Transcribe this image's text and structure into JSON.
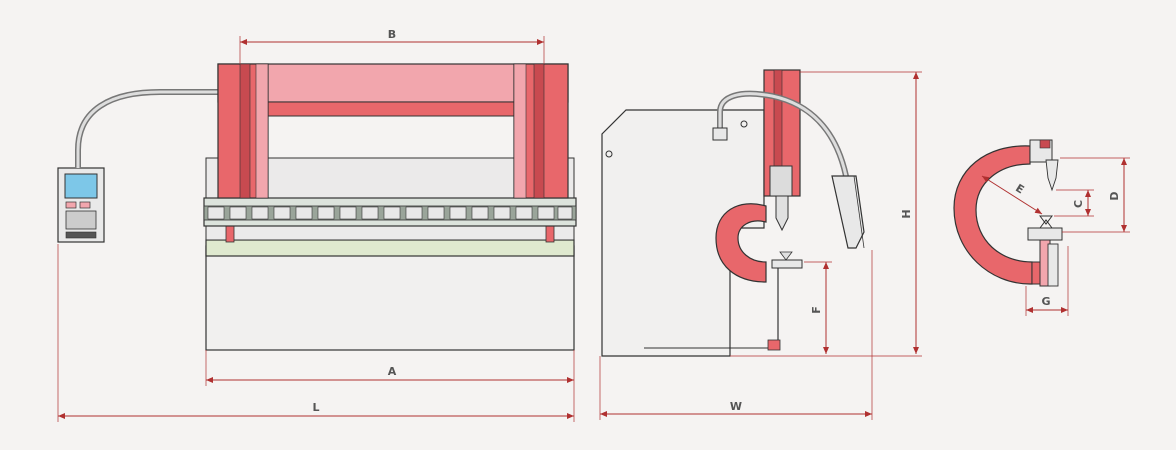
{
  "labels": {
    "A": "A",
    "B": "B",
    "L": "L",
    "W": "W",
    "H": "H",
    "F": "F",
    "C": "C",
    "D": "D",
    "E": "E",
    "G": "G"
  },
  "colors": {
    "frame_red": "#e8676b",
    "frame_pink": "#f2a6ad",
    "frame_dark": "#c84a50",
    "outline": "#333333",
    "dim_line": "#b03030",
    "table_green": "#dfe9cf",
    "screen_blue": "#7dc7e8"
  }
}
